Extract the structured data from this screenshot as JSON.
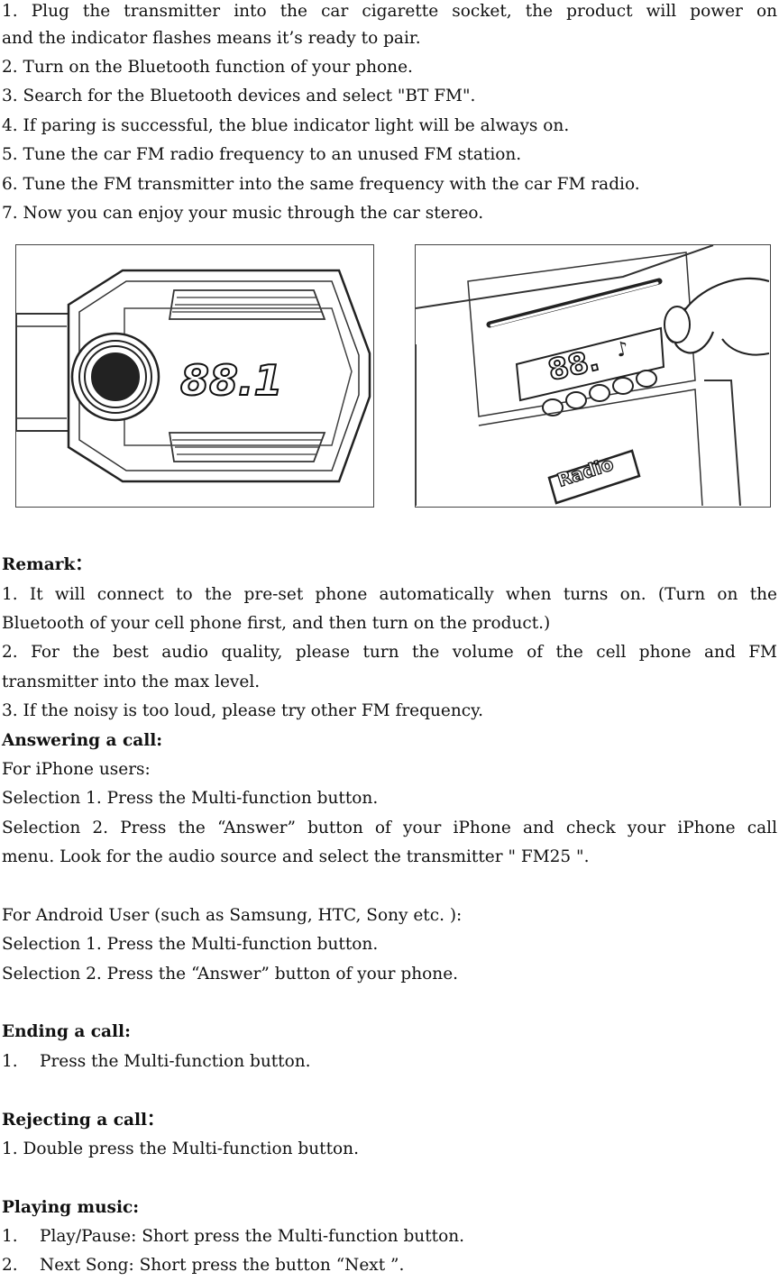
{
  "steps": [
    "1. Plug the transmitter into the car cigarette socket, the product will power on",
    "and the indicator flashes means it’s ready to pair.",
    "2. Turn on the Bluetooth function of your phone.",
    "3. Search for the Bluetooth devices and select \"BT FM\".",
    "4. If paring is successful, the blue indicator light will be always on.",
    "5. Tune the car FM radio frequency to an unused FM station.",
    "6. Tune the FM transmitter into the same frequency with the car FM radio.",
    "7. Now you can enjoy your music through the car stereo."
  ],
  "figures": {
    "transmitter_display": "88.1",
    "radio_display": "88.",
    "radio_button_label": "Radio"
  },
  "remark": {
    "heading": "Remark：",
    "lines": [
      "1. It will connect to the pre-set phone automatically when turns on. (Turn on the",
      "Bluetooth of your cell phone first, and then turn on the product.)",
      "2. For the best audio quality, please turn the volume of the cell phone and FM",
      "transmitter into the max level.",
      "3. If the noisy is too loud, please try other FM frequency."
    ]
  },
  "answering": {
    "heading": "Answering a call:",
    "iphone_intro": "For iPhone users:",
    "iphone_sel1": "Selection 1. Press the Multi-function button.",
    "iphone_sel2a": "Selection 2. Press the “Answer” button of your iPhone and check your iPhone call",
    "iphone_sel2b": "menu. Look for the audio source and select the transmitter \" FM25 \".",
    "android_intro": "For Android User (such as Samsung, HTC, Sony etc. ):",
    "android_sel1": "Selection 1. Press the Multi-function button.",
    "android_sel2": "Selection 2. Press the “Answer” button of your phone."
  },
  "ending": {
    "heading": "Ending a call:",
    "item_num": "1.",
    "item_text": "Press the Multi-function button."
  },
  "rejecting": {
    "heading": "Rejecting a call：",
    "line": "1. Double press the Multi-function button."
  },
  "playing": {
    "heading": "Playing music:",
    "items": [
      {
        "num": "1.",
        "text": "Play/Pause: Short press the Multi-function button."
      },
      {
        "num": "2.",
        "text": "Next Song: Short press the button “Next ”."
      }
    ]
  }
}
